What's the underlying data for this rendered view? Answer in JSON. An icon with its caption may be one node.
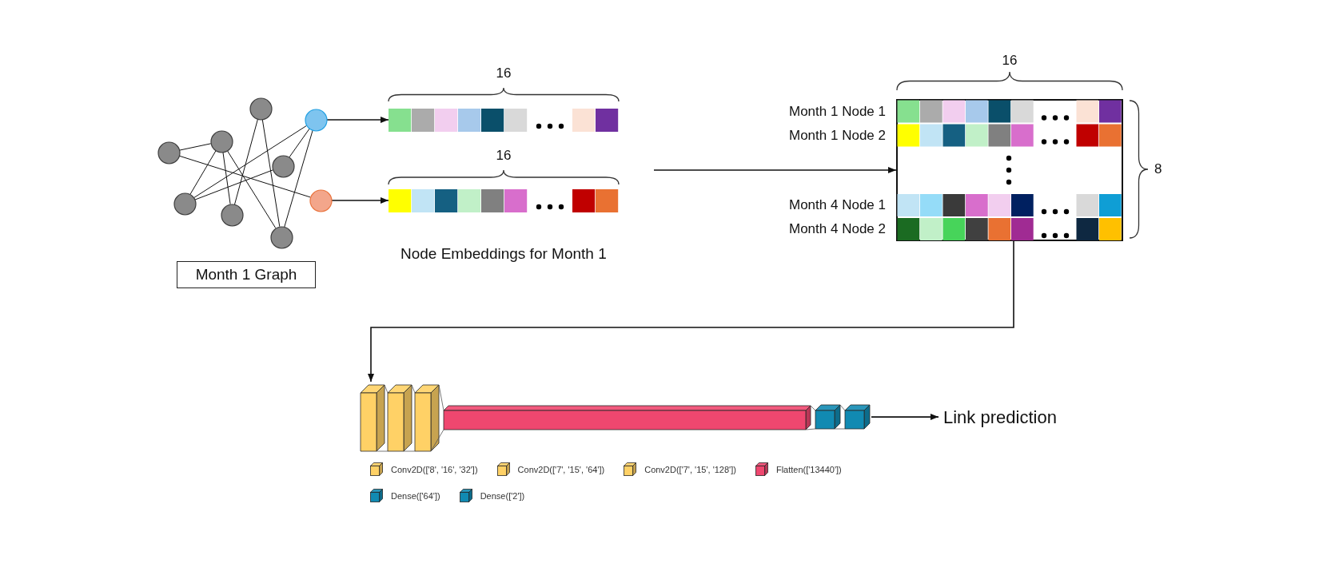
{
  "diagram": {
    "nodes": [
      {
        "text": [],
        "shape": "circle"
      },
      {
        "text": [],
        "shape": "circle"
      },
      {
        "text": [],
        "shape": "circle"
      },
      {
        "text": [],
        "shape": "circle"
      },
      {
        "text": [],
        "shape": "circle"
      },
      {
        "text": [],
        "shape": "circle"
      },
      {
        "text": [],
        "shape": "circle"
      },
      {
        "text": [],
        "shape": "circle"
      },
      {
        "text": [],
        "shape": "circle"
      },
      {
        "text": [
          "Month 1 Graph"
        ]
      },
      {
        "text": [],
        "shape": "bar"
      },
      {
        "text": [],
        "shape": "bar"
      },
      {
        "text": [],
        "shape": "box",
        "beside": [
          "Month 1 Node 1",
          "Month 1 Node 2",
          "Month 4 Node 1",
          "Month 4 Node 2"
        ]
      },
      {
        "text": [],
        "shape": "picture"
      },
      {
        "text": [
          "Link prediction"
        ]
      }
    ],
    "edges": [
      {
        "from": 0,
        "to": 2,
        "arrow": "none"
      },
      {
        "from": 0,
        "to": 8,
        "arrow": "none"
      },
      {
        "from": 2,
        "to": 1,
        "arrow": "none"
      },
      {
        "from": 2,
        "to": 3,
        "arrow": "none"
      },
      {
        "from": 2,
        "to": 5,
        "arrow": "none"
      },
      {
        "from": 4,
        "to": 3,
        "arrow": "none"
      },
      {
        "from": 4,
        "to": 5,
        "arrow": "none"
      },
      {
        "from": 7,
        "to": 1,
        "arrow": "none"
      },
      {
        "from": 7,
        "to": 6,
        "arrow": "none"
      },
      {
        "from": 7,
        "to": 5,
        "arrow": "none"
      },
      {
        "from": 6,
        "to": 1,
        "arrow": "none"
      },
      {
        "from": 7,
        "to": 10,
        "arrow": "to"
      },
      {
        "from": 8,
        "to": 11,
        "arrow": "to"
      },
      {
        "from": null,
        "to": 12,
        "arrow": "to"
      },
      {
        "from": 12,
        "to": 13,
        "arrow": "to"
      },
      {
        "from": 13,
        "to": 14,
        "arrow": "to"
      }
    ],
    "labels": [
      "16",
      "16",
      "Node Embeddings for Month 1",
      "16",
      "8"
    ],
    "legend": [
      {
        "text": "Conv2D(['8', '16', '32'])",
        "color": "#ffd166"
      },
      {
        "text": "Conv2D(['7', '15', '64'])",
        "color": "#ffd166"
      },
      {
        "text": "Conv2D(['7', '15', '128'])",
        "color": "#ffd166"
      },
      {
        "text": "Flatten(['13440'])",
        "color": "#ef476f"
      },
      {
        "text": "Dense(['64'])",
        "color": "#118ab2"
      },
      {
        "text": "Dense(['2'])",
        "color": "#118ab2"
      }
    ]
  }
}
